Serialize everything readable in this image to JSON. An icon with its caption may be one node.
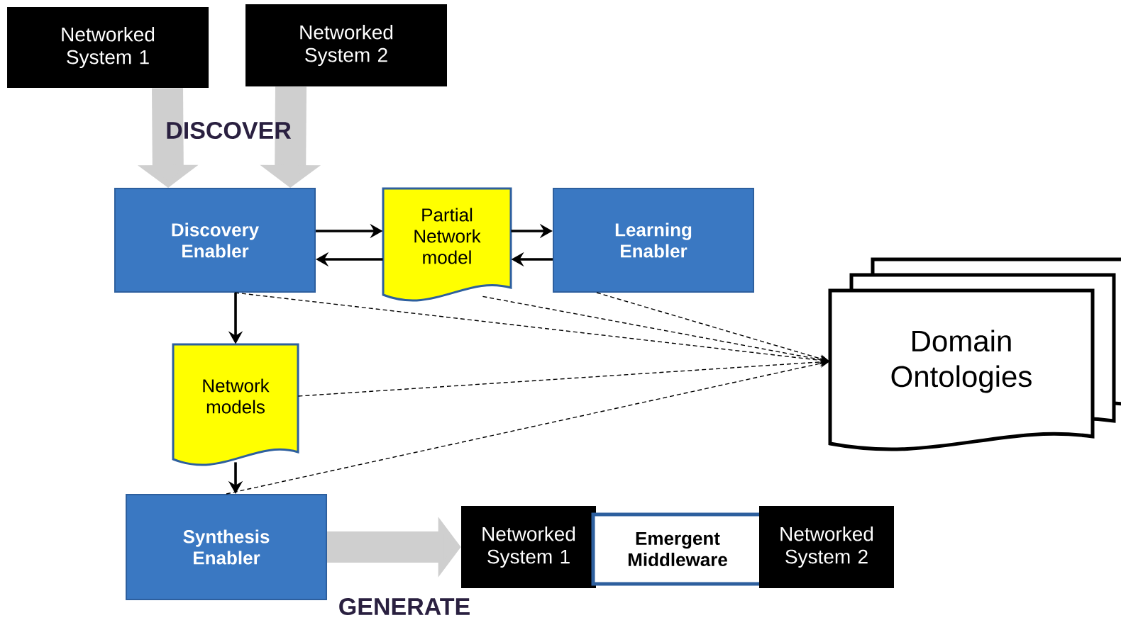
{
  "diagram": {
    "nodes": [
      {
        "text": [
          "Networked System 1"
        ]
      },
      {
        "text": [
          "Networked System 2"
        ]
      },
      {
        "text": [
          "Discovery Enabler"
        ]
      },
      {
        "text": [
          "Partial Network model"
        ]
      },
      {
        "text": [
          "Learning Enabler"
        ]
      },
      {
        "text": [
          "Domain Ontologies"
        ]
      },
      {
        "text": [
          "Network models"
        ]
      },
      {
        "text": [
          "Synthesis Enabler"
        ]
      },
      {
        "text": [
          "Networked System 1"
        ]
      },
      {
        "text": [
          "Emergent Middleware"
        ]
      },
      {
        "text": [
          "Networked System 2"
        ]
      }
    ],
    "edges": [
      {
        "from": 0,
        "to": 2,
        "arrow": "to",
        "style": "thick",
        "color": "#cfcfcf"
      },
      {
        "from": 1,
        "to": 2,
        "arrow": "to",
        "style": "thick",
        "color": "#cfcfcf"
      },
      {
        "from": 2,
        "to": 3,
        "arrow": "to"
      },
      {
        "from": 3,
        "to": 4,
        "arrow": "to"
      },
      {
        "from": 4,
        "to": 3,
        "arrow": "to"
      },
      {
        "from": 3,
        "to": 2,
        "arrow": "to"
      },
      {
        "from": 2,
        "to": 6,
        "arrow": "to"
      },
      {
        "from": 6,
        "to": 7,
        "arrow": "to"
      },
      {
        "from": 2,
        "to": 5,
        "arrow": "to",
        "style": "dashed"
      },
      {
        "from": 3,
        "to": 5,
        "arrow": "to",
        "style": "dashed"
      },
      {
        "from": 4,
        "to": 5,
        "arrow": "to",
        "style": "dashed"
      },
      {
        "from": 6,
        "to": 5,
        "arrow": "to",
        "style": "dashed"
      },
      {
        "from": 7,
        "to": 5,
        "arrow": "to",
        "style": "dashed"
      },
      {
        "from": 7,
        "to": 8,
        "arrow": "to",
        "style": "thick",
        "color": "#cfcfcf"
      }
    ],
    "labels": [
      "DISCOVER",
      "GENERATE"
    ]
  }
}
